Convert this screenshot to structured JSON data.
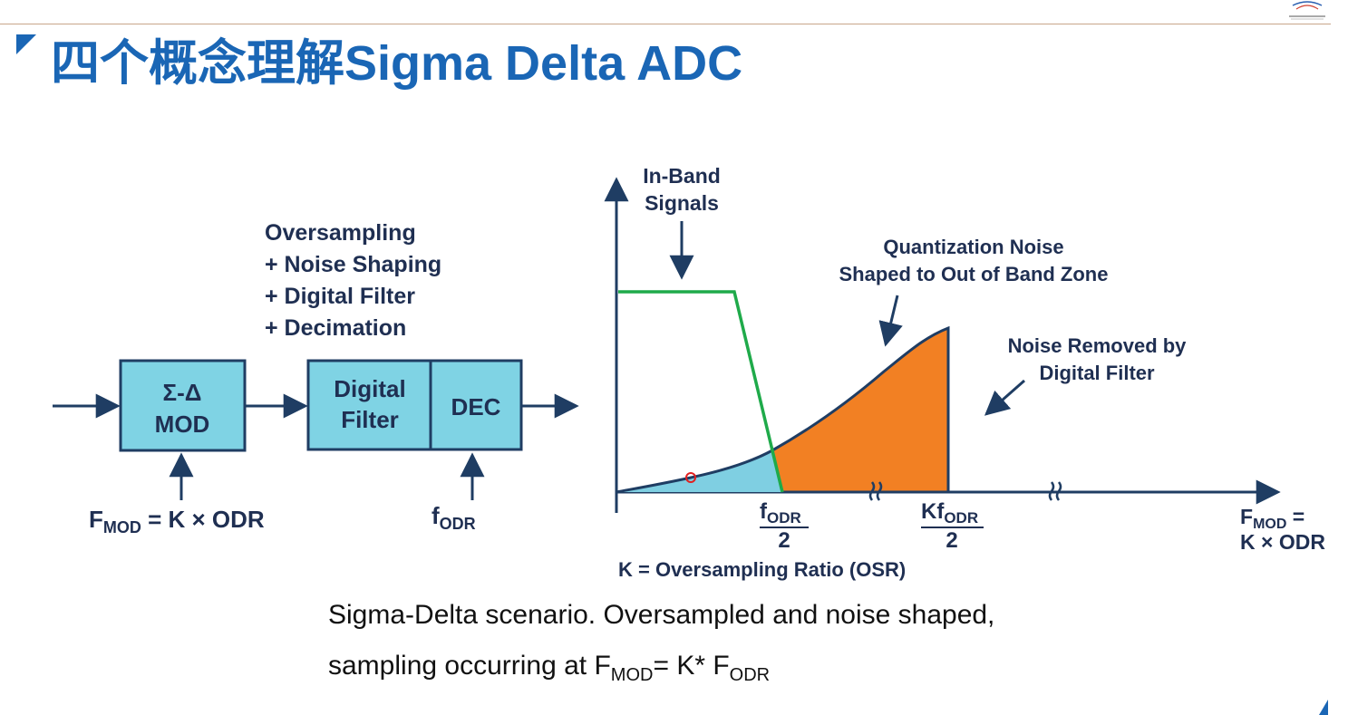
{
  "title": "四个概念理解Sigma Delta ADC",
  "block_diagram": {
    "notes": [
      "Oversampling",
      "+ Noise Shaping",
      "+ Digital Filter",
      "+ Decimation"
    ],
    "mod_block": {
      "line1": "Σ-Δ",
      "line2": "MOD"
    },
    "filter_block": {
      "line1": "Digital",
      "line2": "Filter"
    },
    "dec_block": "DEC",
    "fmod_label": {
      "main": "F",
      "sub": "MOD",
      "rest": " = K × ODR"
    },
    "fodr_label": {
      "main": "f",
      "sub": "ODR"
    }
  },
  "spectrum": {
    "in_band": {
      "line1": "In-Band",
      "line2": "Signals"
    },
    "quant_noise": {
      "line1": "Quantization Noise",
      "line2": "Shaped to Out of Band Zone"
    },
    "noise_removed": {
      "line1": "Noise Removed by",
      "line2": "Digital Filter"
    },
    "tick1": {
      "main": "f",
      "sub": "ODR",
      "den": "2"
    },
    "tick2": {
      "main": "Kf",
      "sub": "ODR",
      "den": "2"
    },
    "axis_end": {
      "main": "F",
      "sub": "MOD",
      "rest": " =",
      "line2": "K × ODR"
    },
    "osr_note": "K = Oversampling Ratio (OSR)"
  },
  "caption": {
    "line1": "Sigma-Delta scenario. Oversampled and noise shaped,",
    "line2_a": "sampling occurring at F",
    "line2_sub1": "MOD",
    "line2_b": "= K* F",
    "line2_sub2": "ODR"
  },
  "colors": {
    "title": "#1a66b5",
    "block_fill": "#7fd3e4",
    "block_stroke": "#1f3d63",
    "noise_inband": "#7fcfe2",
    "noise_outband": "#f28023",
    "filter_line": "#1faa4a",
    "text": "#1f2f52"
  }
}
